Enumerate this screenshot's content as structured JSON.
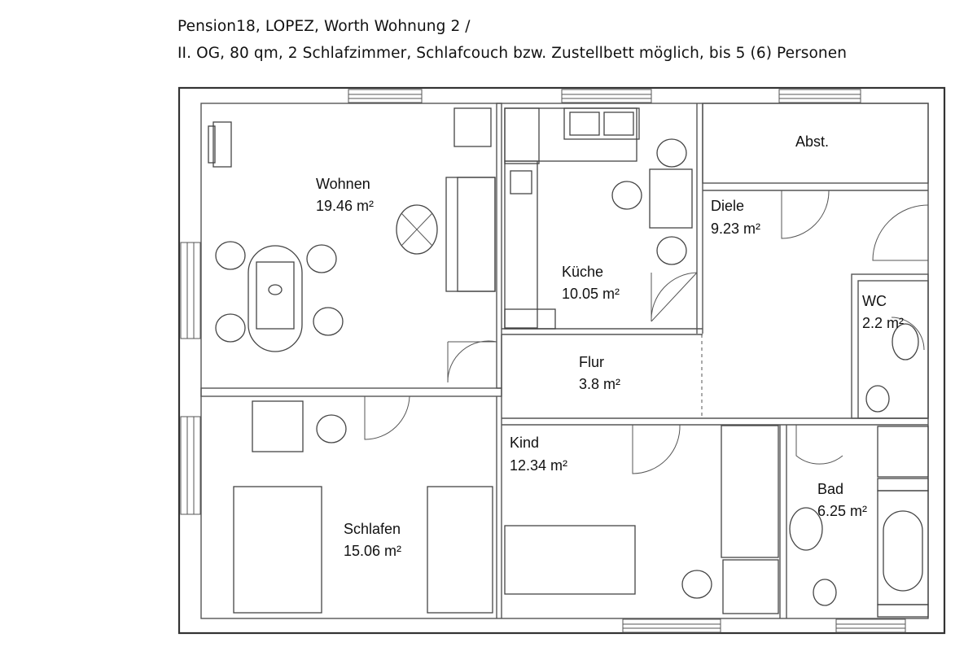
{
  "header": {
    "line1": "Pension18,  LOPEZ, Worth Wohnung 2 /",
    "line2": "II. OG, 80 qm, 2 Schlafzimmer, Schlafcouch bzw. Zustellbett möglich, bis 5 (6) Personen"
  },
  "rooms": {
    "wohnen": {
      "name": "Wohnen",
      "area": "19.46 m²"
    },
    "kueche": {
      "name": "Küche",
      "area": "10.05 m²"
    },
    "abst": {
      "name": "Abst."
    },
    "diele": {
      "name": "Diele",
      "area": "9.23 m²"
    },
    "wc": {
      "name": "WC",
      "area": "2.2 m²"
    },
    "flur": {
      "name": "Flur",
      "area": "3.8 m²"
    },
    "schlafen": {
      "name": "Schlafen",
      "area": "15.06 m²"
    },
    "kind": {
      "name": "Kind",
      "area": "12.34 m²"
    },
    "bad": {
      "name": "Bad",
      "area": "6.25 m²"
    }
  }
}
